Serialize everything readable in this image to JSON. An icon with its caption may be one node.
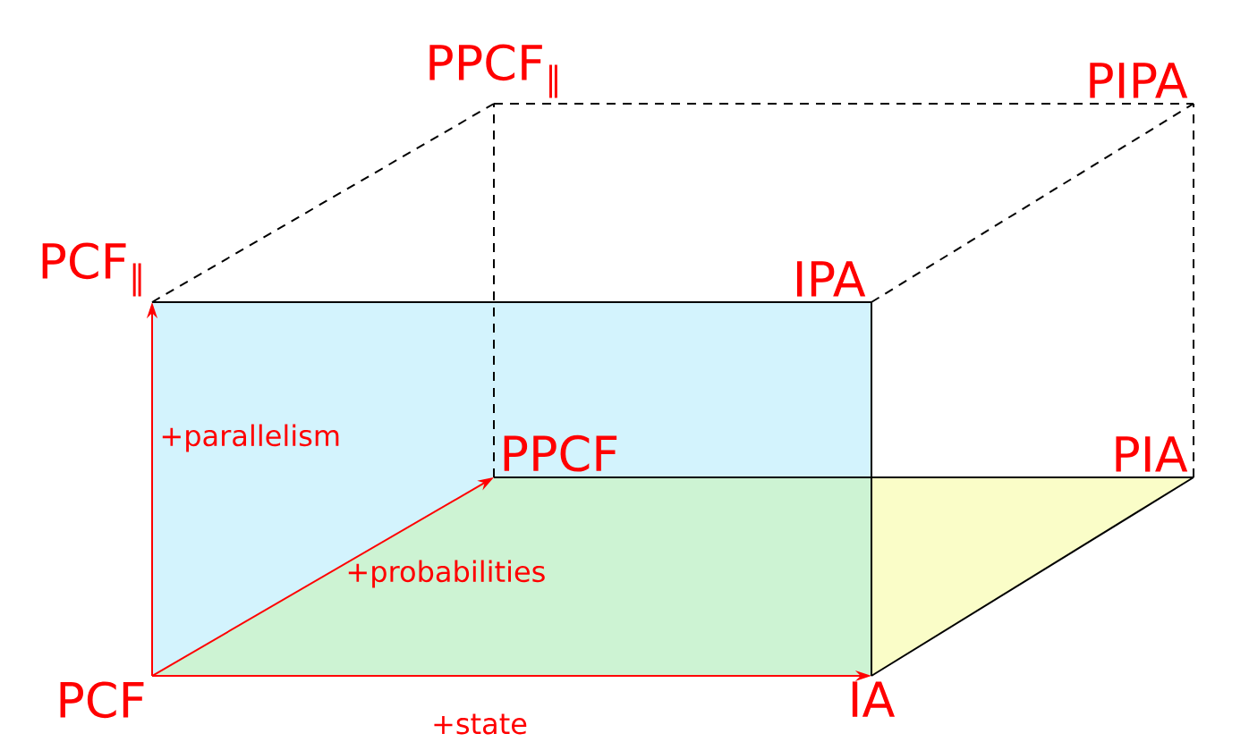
{
  "diagram": {
    "nodes": [
      {
        "text": [
          "PCF"
        ]
      },
      {
        "text": [
          "IA"
        ]
      },
      {
        "text": [
          "PCF$_{∥}$"
        ]
      },
      {
        "text": [
          "IPA"
        ]
      },
      {
        "text": [
          "PPCF"
        ]
      },
      {
        "text": [
          "PIA"
        ]
      },
      {
        "text": [
          "PPCF$_{∥}$"
        ]
      },
      {
        "text": [
          "PIPA"
        ]
      }
    ],
    "edges": [
      {
        "from": 0,
        "to": 2,
        "arrow": "to",
        "label": "+parallelism",
        "color": "#ff0000"
      },
      {
        "from": 0,
        "to": 4,
        "arrow": "to",
        "label": "+probabilities",
        "color": "#ff0000"
      },
      {
        "from": 0,
        "to": 1,
        "arrow": "to",
        "label": "+state",
        "color": "#ff0000"
      },
      {
        "from": 2,
        "to": 3,
        "arrow": "none"
      },
      {
        "from": 1,
        "to": 3,
        "arrow": "none"
      },
      {
        "from": 4,
        "to": 5,
        "arrow": "none"
      },
      {
        "from": 1,
        "to": 5,
        "arrow": "none"
      },
      {
        "from": 2,
        "to": 6,
        "arrow": "none",
        "style": "dashed"
      },
      {
        "from": 4,
        "to": 6,
        "arrow": "none",
        "style": "dashed"
      },
      {
        "from": 6,
        "to": 7,
        "arrow": "none",
        "style": "dashed"
      },
      {
        "from": 3,
        "to": 7,
        "arrow": "none",
        "style": "dashed"
      },
      {
        "from": 5,
        "to": 7,
        "arrow": "none",
        "style": "dashed"
      }
    ]
  }
}
